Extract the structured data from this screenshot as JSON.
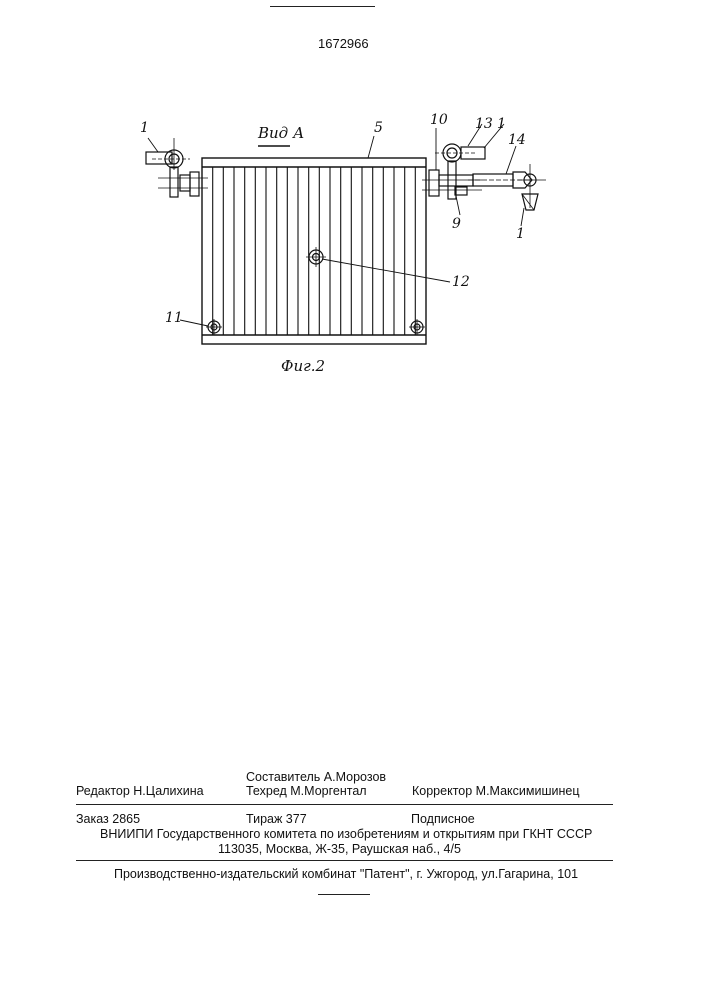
{
  "header": {
    "patent_number": "1672966"
  },
  "figure": {
    "view_label": "Вид А",
    "caption": "Фиг.2",
    "callouts": [
      "1",
      "5",
      "10",
      "13",
      "1",
      "14",
      "9",
      "1",
      "12",
      "11"
    ]
  },
  "imprint": {
    "compiler": "Составитель А.Морозов",
    "editor": "Редактор  Н.Цалихина",
    "techred": "Техред М.Моргентал",
    "corrector": "Корректор  М.Максимишинец",
    "order": "Заказ  2865",
    "circulation": "Тираж 377",
    "subscription": "Подписное",
    "institute": "ВНИИПИ Государственного комитета по изобретениям и открытиям при ГКНТ СССР",
    "address": "113035, Москва, Ж-35, Раушская наб., 4/5",
    "publisher": "Производственно-издательский комбинат \"Патент\", г. Ужгород, ул.Гагарина, 101"
  }
}
